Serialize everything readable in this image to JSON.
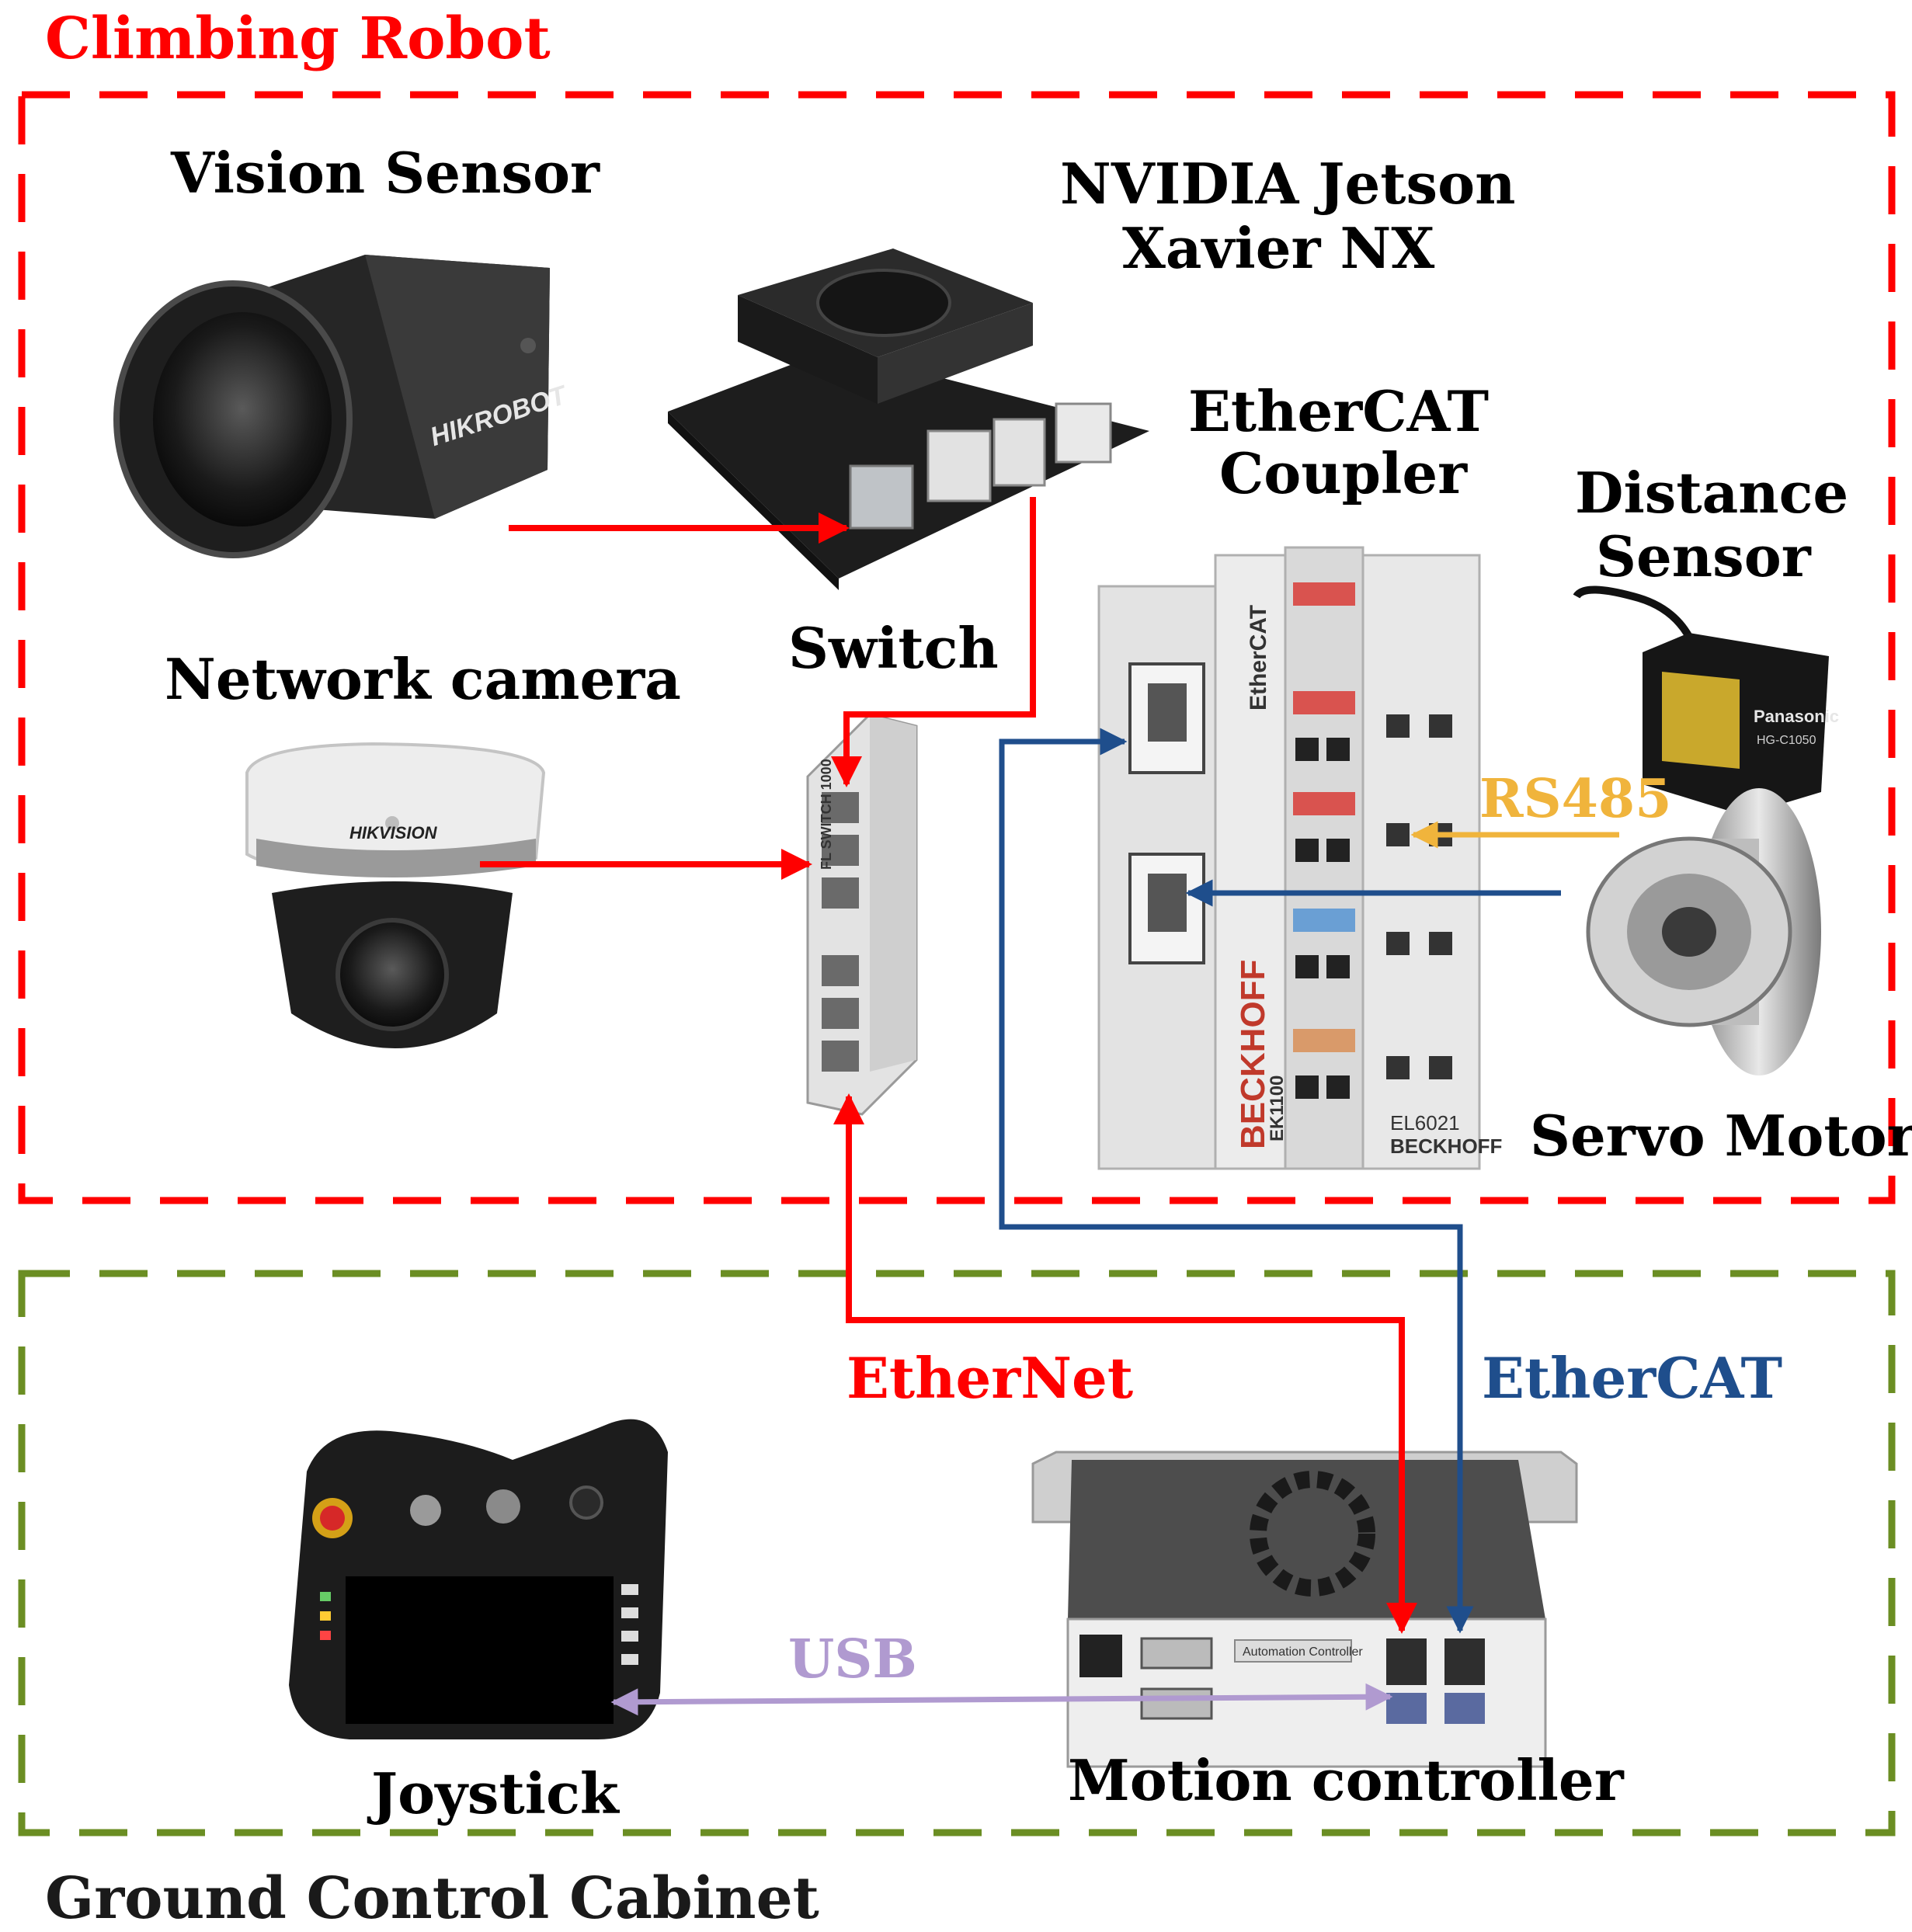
{
  "groups": {
    "robot": {
      "label": "Climbing Robot",
      "color": "#ff0000"
    },
    "ground": {
      "label": "Ground Control Cabinet",
      "color": "#6b8e23"
    }
  },
  "devices": {
    "vision_sensor": {
      "label": "Vision Sensor",
      "brand": "HIKROBOT"
    },
    "jetson": {
      "line1": "NVIDIA Jetson",
      "line2": "Xavier NX"
    },
    "ethercat_coupler": {
      "line1": "EtherCAT",
      "line2": "Coupler",
      "brand": "BECKHOFF",
      "model": "EK1100",
      "module_model": "EL6021",
      "module_brand": "BECKHOFF",
      "logo": "EtherCAT"
    },
    "distance_sensor": {
      "line1": "Distance",
      "line2": "Sensor",
      "brand": "Panasonic",
      "model": "HG-C1050"
    },
    "network_camera": {
      "label": "Network camera",
      "brand": "HIKVISION"
    },
    "switch": {
      "label": "Switch",
      "model": "FL SWITCH 1000"
    },
    "servo_motor": {
      "label": "Servo Motor"
    },
    "joystick": {
      "label": "Joystick"
    },
    "motion_controller": {
      "label": "Motion controller",
      "tag": "Automation Controller"
    }
  },
  "links": {
    "ethernet": {
      "label": "EtherNet",
      "color": "#ff0000"
    },
    "ethercat": {
      "label": "EtherCAT",
      "color": "#1f4e8c"
    },
    "rs485": {
      "label": "RS485",
      "color": "#f0b43c"
    },
    "usb": {
      "label": "USB",
      "color": "#b09ad0"
    }
  },
  "icons": [
    "industrial-camera-icon",
    "jetson-board-icon",
    "dome-camera-icon",
    "network-switch-icon",
    "ethercat-coupler-icon",
    "laser-sensor-icon",
    "servo-motor-icon",
    "teach-pendant-icon",
    "controller-box-icon"
  ]
}
